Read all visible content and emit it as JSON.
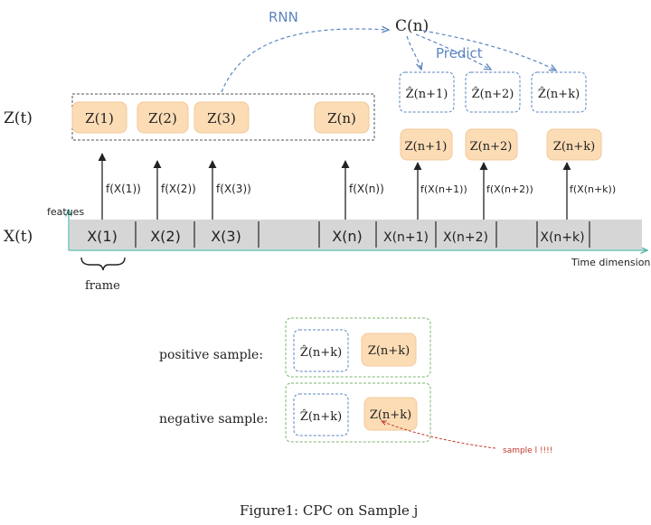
{
  "labels": {
    "rnn": "RNN",
    "context": "C(n)",
    "predict": "Predict",
    "z_row": "Z(t)",
    "x_row": "X(t)",
    "features": "featues",
    "time_dimension": "Time dimension",
    "frame": "frame",
    "positive_sample": "positive sample:",
    "negative_sample": "negative sample:",
    "sample_note": "sample l !!!!",
    "caption": "Figure1: CPC on Sample j"
  },
  "x_frames": [
    "X(1)",
    "X(2)",
    "X(3)",
    "X(n)",
    "X(n+1)",
    "X(n+2)",
    "X(n+k)"
  ],
  "encoders": [
    "f(X(1))",
    "f(X(2))",
    "f(X(3))",
    "f(X(n))",
    "f(X(n+1))",
    "f(X(n+2))",
    "f(X(n+k))"
  ],
  "z_context": [
    "Z(1)",
    "Z(2)",
    "Z(3)",
    "Z(n)"
  ],
  "z_future": [
    "Z(n+1)",
    "Z(n+2)",
    "Z(n+k)"
  ],
  "z_predicted": [
    "Ẑ(n+1)",
    "Ẑ(n+2)",
    "Ẑ(n+k)"
  ],
  "samples": {
    "positive": {
      "pred": "Ẑ(n+k)",
      "true": "Z(n+k)"
    },
    "negative": {
      "pred": "Ẑ(n+k)",
      "true": "Z(n+k)"
    }
  },
  "colors": {
    "orange_fill": "#fbdcb5",
    "orange_stroke": "#f3c89a",
    "blue_dashed": "#5b85c0",
    "green_dashed": "#78b46e",
    "gray_bar": "#d6d6d6",
    "red_note": "#c0392b",
    "ink": "#222222"
  }
}
